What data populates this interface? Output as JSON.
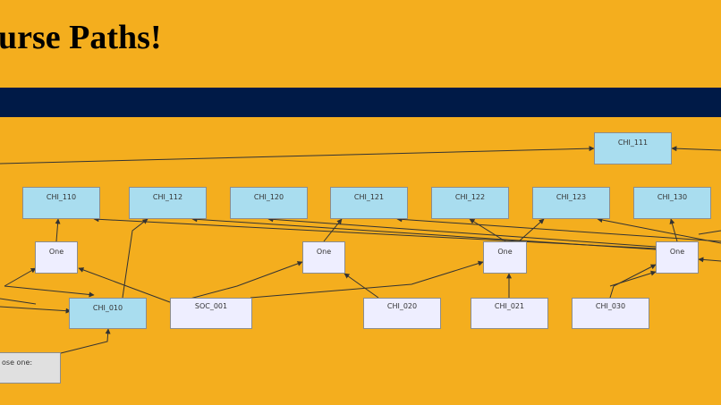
{
  "header": {
    "title": "urse Paths!"
  },
  "colors": {
    "background": "#F4AE1E",
    "band": "#001A47",
    "course_fill": "#A9DDEF",
    "prereq_fill": "#EEEEFF",
    "choose_fill": "#E0E0E0",
    "edge": "#333333"
  },
  "diagram": {
    "courses": {
      "chi_111": "CHI_111",
      "chi_110": "CHI_110",
      "chi_112": "CHI_112",
      "chi_120": "CHI_120",
      "chi_121": "CHI_121",
      "chi_122": "CHI_122",
      "chi_123": "CHI_123",
      "chi_130": "CHI_130"
    },
    "choices": {
      "one_1": "One",
      "one_2": "One",
      "one_3": "One",
      "one_4": "One"
    },
    "prerequisites": {
      "chi_010": "CHI_010",
      "soc_001": "SOC_001",
      "chi_020": "CHI_020",
      "chi_021": "CHI_021",
      "chi_030": "CHI_030"
    },
    "choose_one": "ose one:"
  }
}
